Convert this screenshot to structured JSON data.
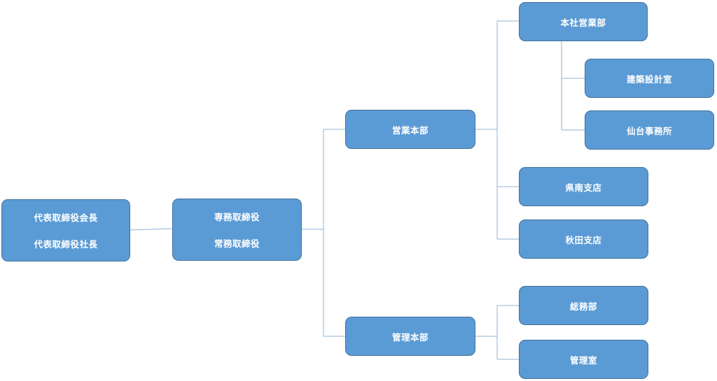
{
  "org_chart": {
    "chairman": {
      "line1": "代表取締役会長",
      "line2": "代表取締役社長"
    },
    "executive": {
      "line1": "専務取締役",
      "line2": "常務取締役"
    },
    "sales_hq": "営業本部",
    "head_office_sales": "本社営業部",
    "architecture_design": "建築設計室",
    "sendai_office": "仙台事務所",
    "kennan_branch": "県南支店",
    "akita_branch": "秋田支店",
    "admin_hq": "管理本部",
    "general_affairs": "総務部",
    "management_office": "管理室"
  },
  "colors": {
    "box_fill": "#5b9bd5",
    "box_border": "#41719c",
    "connector": "#8fb3d6",
    "text": "#ffffff"
  }
}
